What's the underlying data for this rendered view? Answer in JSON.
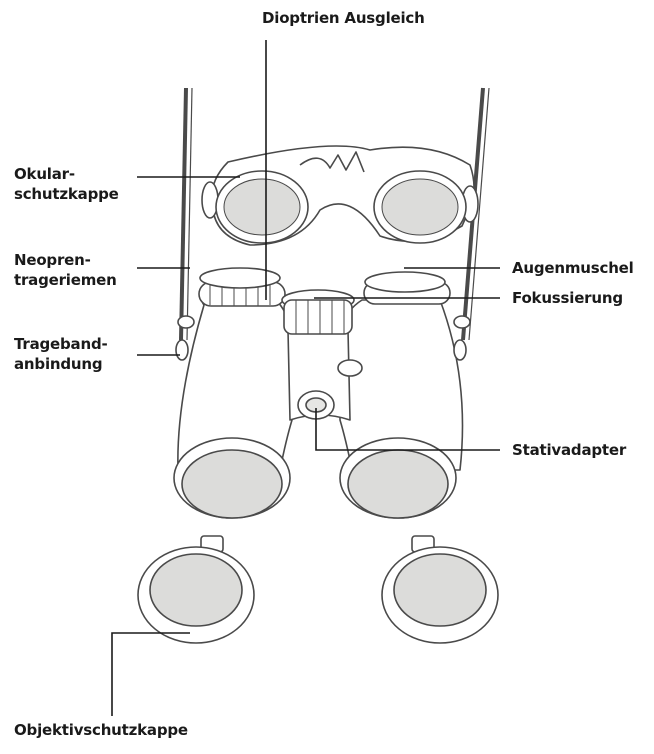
{
  "labels": {
    "dioptrien": "Dioptrien Ausgleich",
    "okular_1": "Okular-",
    "okular_2": "schutzkappe",
    "neopren_1": "Neopren-",
    "neopren_2": "trageriemen",
    "trageband_1": "Trageband-",
    "trageband_2": "anbindung",
    "augenmuschel": "Augenmuschel",
    "fokussierung": "Fokussierung",
    "stativadapter": "Stativadapter",
    "objektiv": "Objektivschutzkappe"
  },
  "colors": {
    "outline": "#4a4a4a",
    "fill": "#ffffff",
    "lens": "#dcdcda",
    "lens_inner": "#e6e6e4",
    "text": "#1a1a1a",
    "leader": "#1a1a1a"
  }
}
